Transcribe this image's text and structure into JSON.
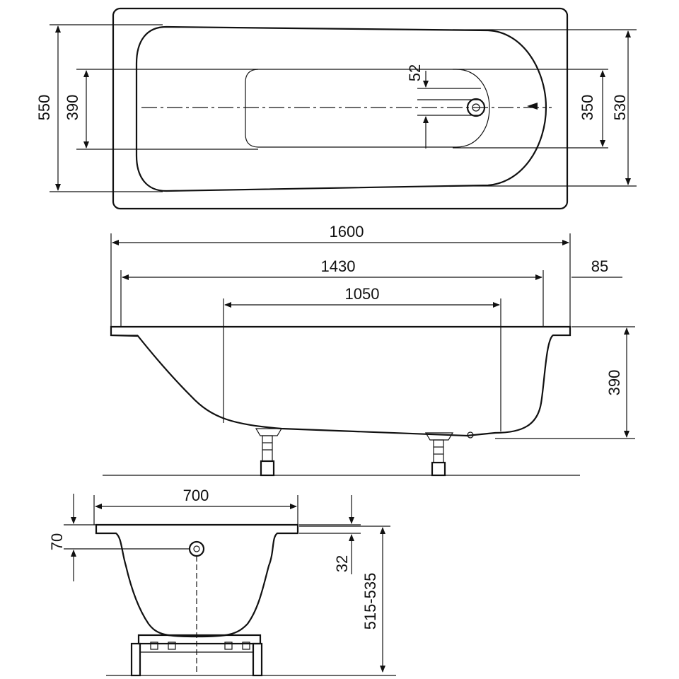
{
  "top_view": {
    "overall_width": "550",
    "basin_width": "390",
    "drain_offset": "52",
    "inner_width": "350",
    "rim_width": "530"
  },
  "side_view": {
    "overall_length": "1600",
    "inner_length": "1430",
    "bottom_length": "1050",
    "rim_end": "85",
    "depth": "390"
  },
  "end_view": {
    "width": "700",
    "overflow_height": "70",
    "rim_thickness": "32",
    "total_height": "515-535"
  },
  "colors": {
    "line": "#111111",
    "background": "#ffffff"
  }
}
